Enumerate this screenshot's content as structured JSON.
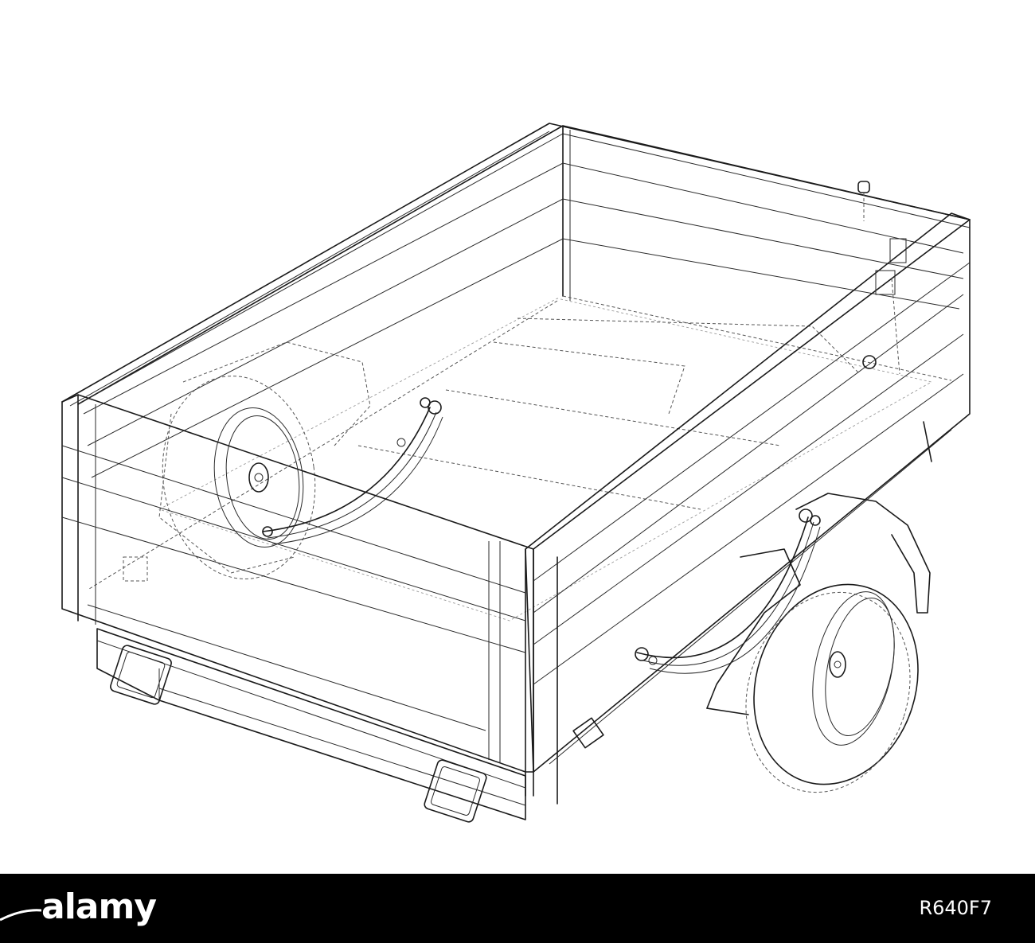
{
  "illustration": {
    "subject": "trailer",
    "render_style": "wireframe",
    "line_color": "#1a1a1a",
    "background_color": "#ffffff",
    "parts": [
      "cargo-box",
      "side-panels",
      "front-panel",
      "left-wheel",
      "right-wheel",
      "leaf-springs",
      "mudguard",
      "tail-lights",
      "hitch-post"
    ]
  },
  "watermark": {
    "brand": "alamy",
    "image_id": "R640F7",
    "bar_color": "#000000",
    "text_color": "#ffffff"
  }
}
